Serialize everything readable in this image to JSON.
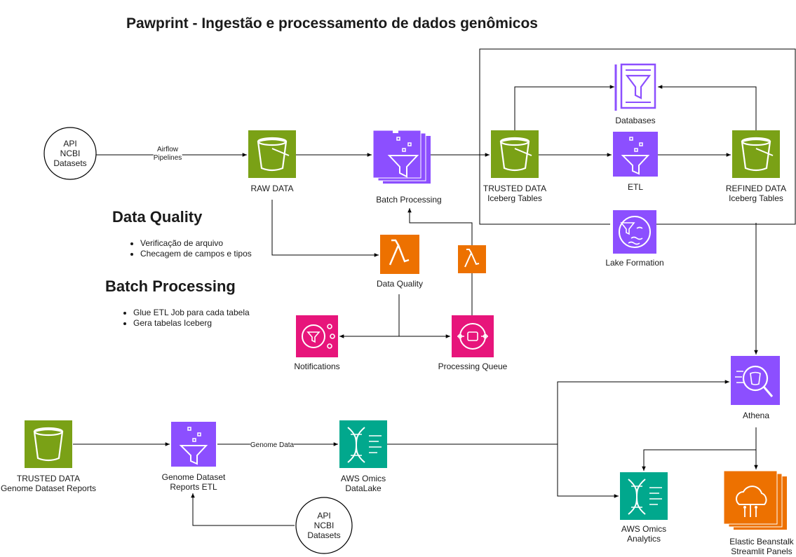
{
  "title": "Pawprint - Ingestão e processamento de dados genômicos",
  "colors": {
    "s3_green": "#7AA116",
    "analytics_purple": "#8C4FFF",
    "compute_orange": "#ED7100",
    "integration_pink": "#E7157B",
    "omics_teal": "#01A88D",
    "line": "#000000"
  },
  "notes": {
    "data_quality": {
      "heading": "Data Quality",
      "bullets": [
        "Verificação de arquivo",
        "Checagem de campos e tipos"
      ]
    },
    "batch_processing": {
      "heading": "Batch Processing",
      "bullets": [
        "Glue ETL Job para cada tabela",
        "Gera tabelas Iceberg"
      ]
    }
  },
  "nodes": {
    "api_top": {
      "line1": "API",
      "line2": "NCBI",
      "line3": "Datasets",
      "icon": "circle"
    },
    "raw_data": {
      "label": "RAW DATA",
      "icon": "s3-bucket-icon"
    },
    "batch_processing": {
      "label": "Batch Processing",
      "icon": "glue-stack-icon"
    },
    "trusted_data": {
      "line1": "TRUSTED DATA",
      "line2": "Iceberg Tables",
      "icon": "s3-bucket-icon"
    },
    "databases": {
      "label": "Databases",
      "icon": "glue-catalog-icon"
    },
    "etl": {
      "label": "ETL",
      "icon": "glue-funnel-icon"
    },
    "refined_data": {
      "line1": "REFINED DATA",
      "line2": "Iceberg Tables",
      "icon": "s3-bucket-icon"
    },
    "lake_formation": {
      "label": "Lake Formation",
      "icon": "lake-formation-icon"
    },
    "data_quality": {
      "label": "Data Quality",
      "icon": "lambda-icon"
    },
    "lambda_small": {
      "icon": "lambda-icon"
    },
    "notifications": {
      "label": "Notifications",
      "icon": "sns-icon"
    },
    "processing_queue": {
      "label": "Processing Queue",
      "icon": "sqs-icon"
    },
    "athena": {
      "label": "Athena",
      "icon": "athena-icon"
    },
    "trusted_genome": {
      "line1": "TRUSTED DATA",
      "line2": "Genome Dataset Reports",
      "icon": "s3-bucket-icon"
    },
    "genome_etl": {
      "line1": "Genome Dataset",
      "line2": "Reports ETL",
      "icon": "glue-funnel-icon"
    },
    "omics_datalake": {
      "line1": "AWS Omics",
      "line2": "DataLake",
      "icon": "dna-icon"
    },
    "api_bottom": {
      "line1": "API",
      "line2": "NCBI",
      "line3": "Datasets",
      "icon": "circle"
    },
    "omics_analytics": {
      "line1": "AWS Omics",
      "line2": "Analytics",
      "icon": "dna-icon"
    },
    "beanstalk": {
      "line1": "Elastic Beanstalk",
      "line2": "Streamlit Panels",
      "icon": "beanstalk-stack-icon"
    }
  },
  "edges": {
    "airflow": {
      "line1": "Airflow",
      "line2": "Pipelines"
    },
    "genome_data": "Genome Data"
  }
}
